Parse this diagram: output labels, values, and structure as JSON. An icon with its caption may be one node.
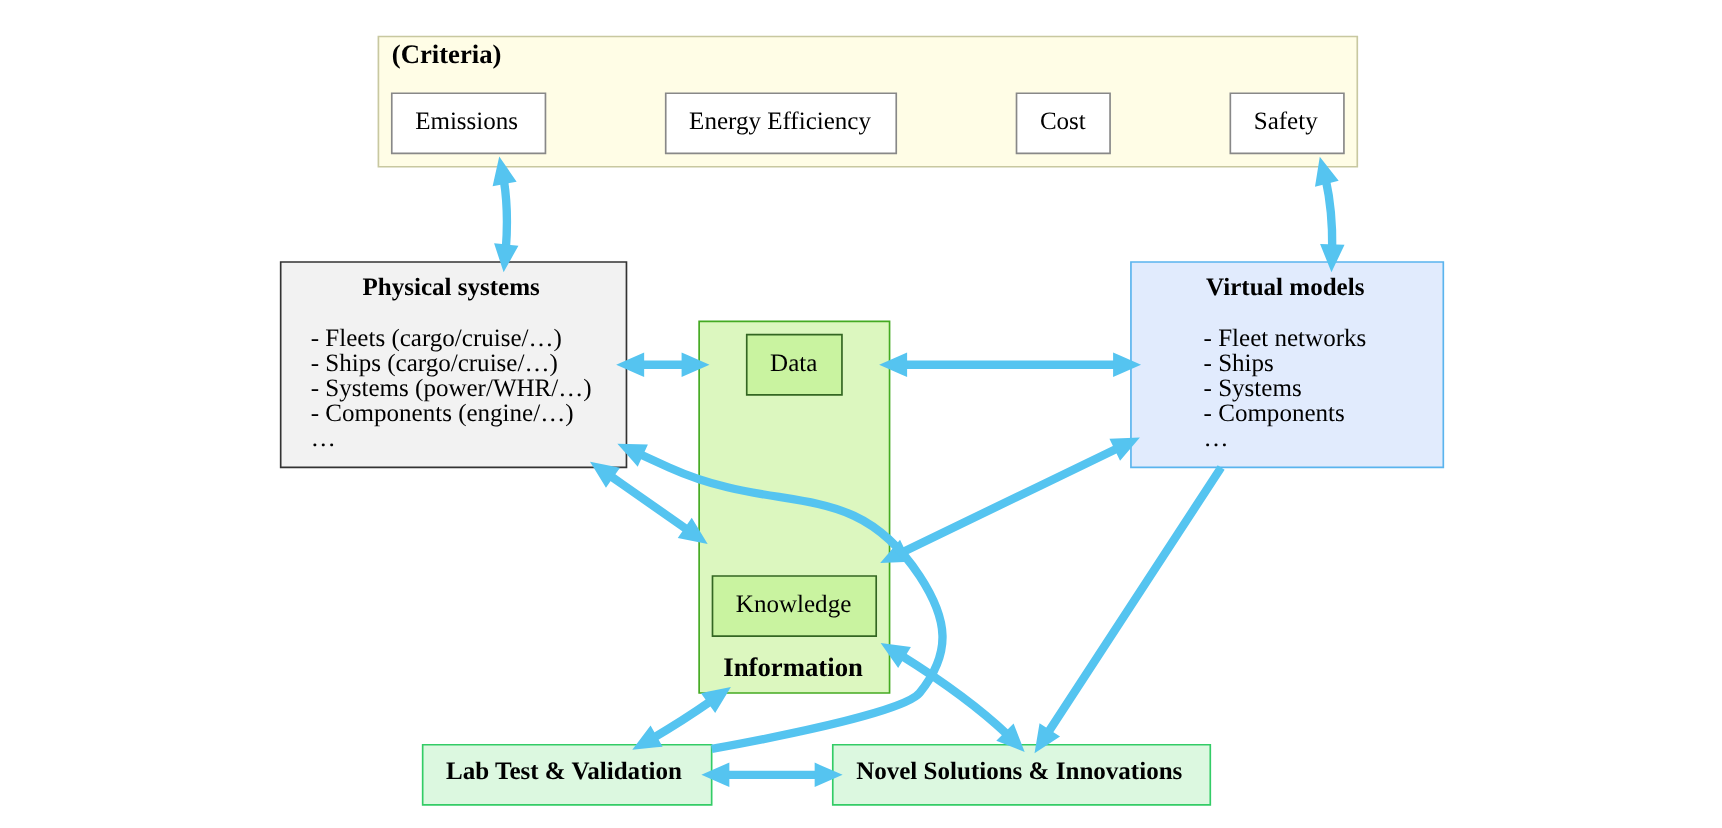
{
  "diagram": {
    "nodes": [
      {
        "text": [
          "(Criteria)"
        ]
      },
      {
        "text": [
          "Emissions"
        ],
        "in": 0
      },
      {
        "text": [
          "Energy Efficiency"
        ],
        "in": 0
      },
      {
        "text": [
          "Cost"
        ],
        "in": 0
      },
      {
        "text": [
          "Safety"
        ],
        "in": 0
      },
      {
        "text": [
          "Physical systems",
          "- Fleets (cargo/cruise/…)",
          "- Ships (cargo/cruise/…)",
          "- Systems (power/WHR/…)",
          "- Components (engine/…)",
          "…"
        ]
      },
      {
        "text": [
          "Information"
        ]
      },
      {
        "text": [
          "Data"
        ],
        "in": 6
      },
      {
        "text": [
          "Knowledge"
        ],
        "in": 6
      },
      {
        "text": [
          "Virtual models",
          "- Fleet networks",
          "- Ships",
          "- Systems",
          "- Components",
          "…"
        ]
      },
      {
        "text": [
          "Lab Test & Validation"
        ]
      },
      {
        "text": [
          "Novel Solutions & Innovations"
        ]
      }
    ],
    "edges": [
      {
        "from": 0,
        "to": 5,
        "arrow": "both"
      },
      {
        "from": 0,
        "to": 9,
        "arrow": "both"
      },
      {
        "from": 5,
        "to": 6,
        "arrow": "both"
      },
      {
        "from": 5,
        "to": 6,
        "arrow": "both"
      },
      {
        "from": 6,
        "to": 9,
        "arrow": "both"
      },
      {
        "from": 6,
        "to": 9,
        "arrow": "both"
      },
      {
        "from": 6,
        "to": 10,
        "arrow": "both"
      },
      {
        "from": 6,
        "to": 11,
        "arrow": "both"
      },
      {
        "from": 10,
        "to": 11,
        "arrow": "both"
      },
      {
        "from": 10,
        "to": 5,
        "arrow": "to"
      },
      {
        "from": 9,
        "to": 11,
        "arrow": "to"
      }
    ]
  }
}
